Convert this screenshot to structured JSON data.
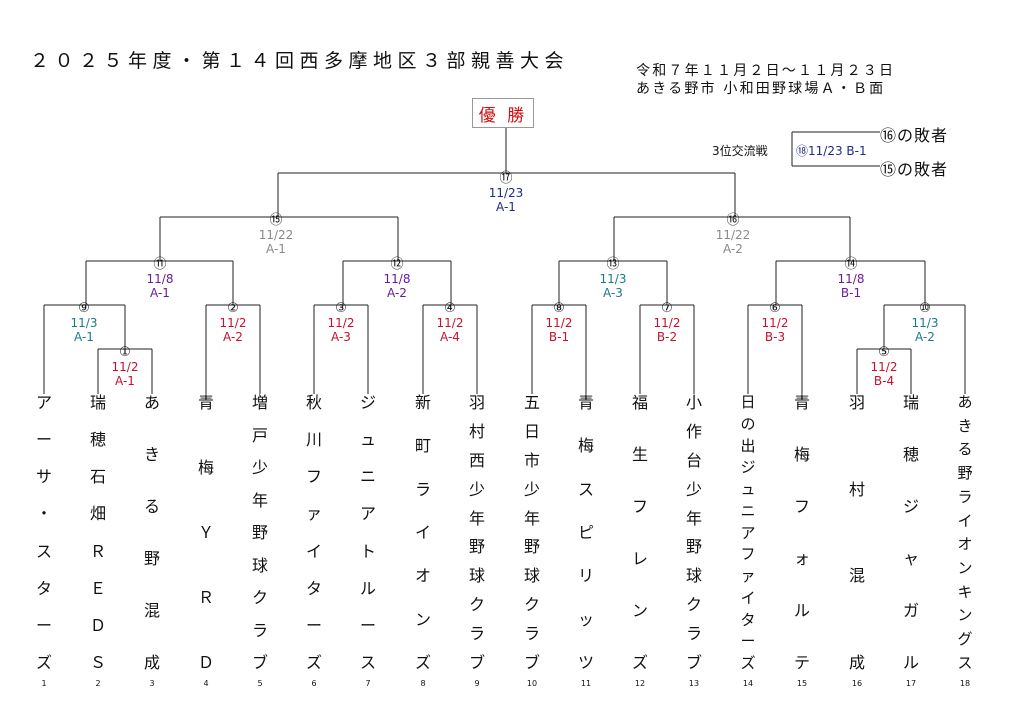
{
  "title": "２０２５年度・第１４回西多摩地区３部親善大会",
  "date_line": "令和７年１１月２日～１１月２３日",
  "venue_line": "あきる野市 小和田野球場Ａ・Ｂ面",
  "champion": "優 勝",
  "third_place": {
    "label": "3位交流戦",
    "match": "⑱11/23 B-1",
    "loser_a": "⑯の敗者",
    "loser_b": "⑮の敗者"
  },
  "colors": {
    "red": "#c8102e",
    "navy": "#1f2a8a",
    "gray": "#8a8a8a",
    "purple": "#6a1b9a",
    "teal": "#1a7a8c"
  },
  "matches": [
    {
      "num": "⑰",
      "info": "11/23\nA-1",
      "color": "#1f2a8a"
    },
    {
      "num": "⑮",
      "info": "11/22\nA-1",
      "color": "#8a8a8a"
    },
    {
      "num": "⑯",
      "info": "11/22\nA-2",
      "color": "#8a8a8a"
    },
    {
      "num": "⑪",
      "info": "11/8\nA-1",
      "color": "#6a1b9a"
    },
    {
      "num": "⑫",
      "info": "11/8\nA-2",
      "color": "#6a1b9a"
    },
    {
      "num": "⑬",
      "info": "11/3\nA-3",
      "color": "#1a7a8c"
    },
    {
      "num": "⑭",
      "info": "11/8\nB-1",
      "color": "#6a1b9a"
    },
    {
      "num": "⑨",
      "info": "11/3\nA-1",
      "color": "#1a7a8c"
    },
    {
      "num": "②",
      "info": "11/2\nA-2",
      "color": "#c8102e"
    },
    {
      "num": "③",
      "info": "11/2\nA-3",
      "color": "#c8102e"
    },
    {
      "num": "④",
      "info": "11/2\nA-4",
      "color": "#c8102e"
    },
    {
      "num": "⑧",
      "info": "11/2\nB-1",
      "color": "#c8102e"
    },
    {
      "num": "⑦",
      "info": "11/2\nB-2",
      "color": "#c8102e"
    },
    {
      "num": "⑥",
      "info": "11/2\nB-3",
      "color": "#c8102e"
    },
    {
      "num": "⑩",
      "info": "11/3\nA-2",
      "color": "#1a7a8c"
    },
    {
      "num": "①",
      "info": "11/2\nA-1",
      "color": "#c8102e"
    },
    {
      "num": "⑤",
      "info": "11/2\nB-4",
      "color": "#c8102e"
    }
  ],
  "teams": [
    {
      "name": "アーサ・スターズ",
      "index": "1"
    },
    {
      "name": "瑞穂石畑ＲＥＤＳ",
      "index": "2"
    },
    {
      "name": "あきる野混成",
      "index": "3"
    },
    {
      "name": "青梅ＹＲＤ",
      "index": "4"
    },
    {
      "name": "増戸少年野球クラブ",
      "index": "5"
    },
    {
      "name": "秋川ファイターズ",
      "index": "6"
    },
    {
      "name": "ジュニアトルース",
      "index": "7"
    },
    {
      "name": "新町ライオンズ",
      "index": "8"
    },
    {
      "name": "羽村西少年野球クラブ",
      "index": "9"
    },
    {
      "name": "五日市少年野球クラブ",
      "index": "10"
    },
    {
      "name": "青梅スピリッツ",
      "index": "11"
    },
    {
      "name": "福生フレンズ",
      "index": "12"
    },
    {
      "name": "小作台少年野球クラブ",
      "index": "13"
    },
    {
      "name": "日の出ジュニアファイターズ",
      "index": "14"
    },
    {
      "name": "青梅フォルテ",
      "index": "15"
    },
    {
      "name": "羽村混成",
      "index": "16"
    },
    {
      "name": "瑞穂ジャガル",
      "index": "17"
    },
    {
      "name": "あきる野ライオンキングス",
      "index": "18"
    }
  ]
}
